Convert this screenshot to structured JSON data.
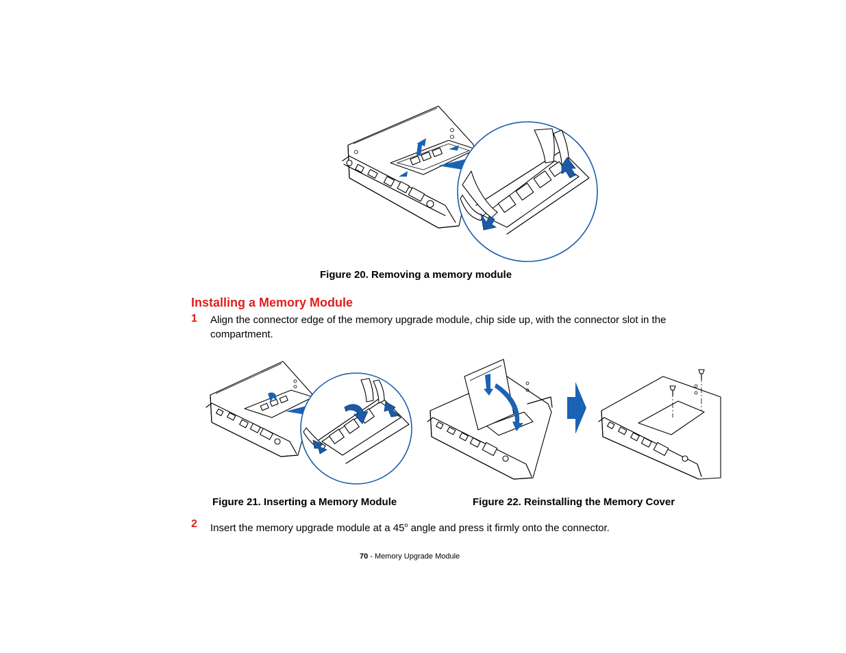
{
  "figures": {
    "fig20_caption": "Figure 20.  Removing a memory module",
    "fig21_caption": "Figure 21.  Inserting a Memory Module",
    "fig22_caption": "Figure 22.  Reinstalling the Memory Cover"
  },
  "section": {
    "title": "Installing a Memory Module"
  },
  "steps": [
    {
      "number": "1",
      "text": "Align the connector edge of the memory upgrade module, chip side up, with the connector slot in the compartment."
    },
    {
      "number": "2",
      "text_before": "Insert the memory upgrade module at a 45",
      "superscript": "o",
      "text_after": " angle and press it firmly onto the connector."
    }
  ],
  "footer": {
    "page_number": "70",
    "separator": " - ",
    "chapter": "Memory Upgrade Module"
  },
  "colors": {
    "heading_red": "#e31d1d",
    "illustration_blue": "#1a62b3"
  }
}
